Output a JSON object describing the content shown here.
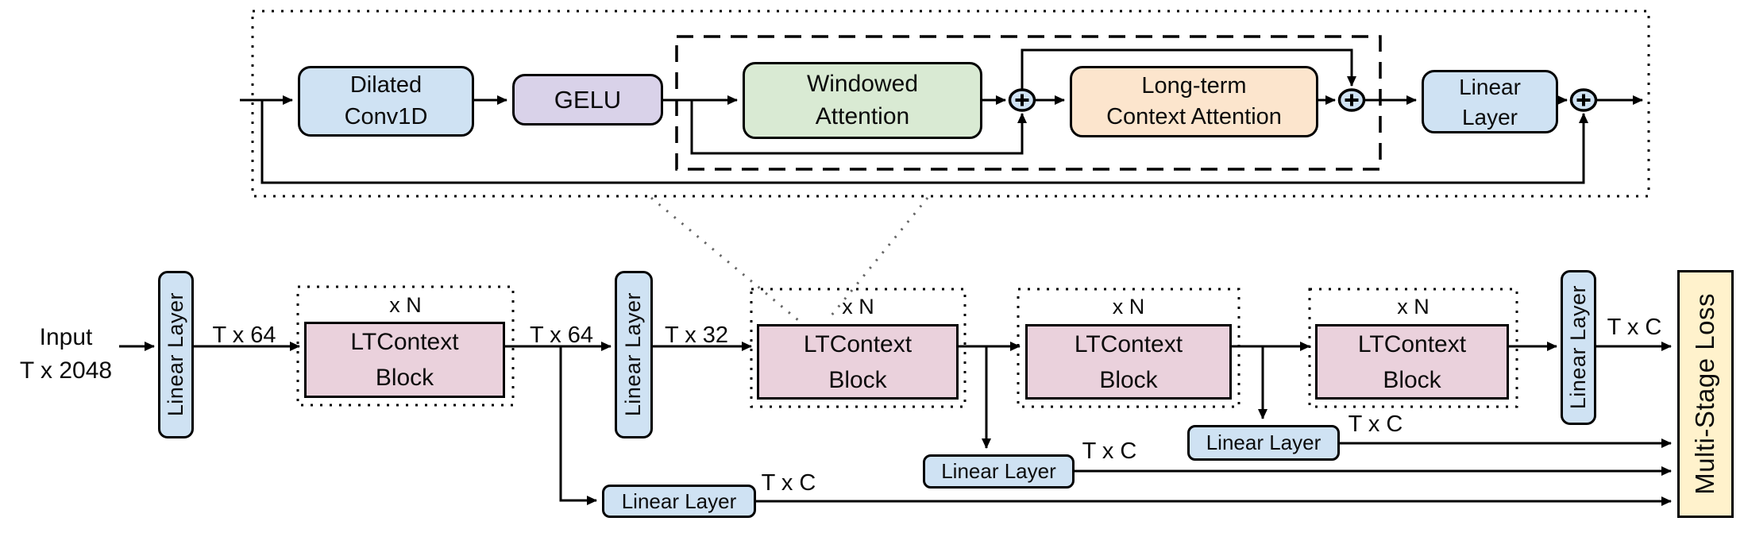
{
  "figure": {
    "type": "neural-network-architecture-diagram",
    "colors": {
      "linear_blue": "#cfe2f3",
      "gelu_purple": "#d9d2e9",
      "windowed_green": "#d9ead3",
      "longterm_orange": "#fce5cd",
      "ltcontext_pink": "#ead1dc",
      "loss_yellow": "#fff2cc",
      "line_black": "#000000"
    },
    "icons": {
      "add_icon": "⊕"
    },
    "detail_panel": {
      "dilated_conv": "Dilated\nConv1D",
      "gelu": "GELU",
      "windowed_attention": "Windowed\nAttention",
      "long_term_context_attention": "Long-term\nContext Attention",
      "linear_layer": "Linear\nLayer"
    },
    "pipeline": {
      "input": "Input\nT x 2048",
      "vertical_linear_layer": "Linear Layer",
      "horizontal_linear_layer": "Linear Layer",
      "ltcontext_block": "LTContext\nBlock",
      "repeat_label": "x N",
      "dim_t64": "T x 64",
      "dim_t32": "T x 32",
      "dim_tc": "T x C",
      "multi_stage_loss": "Multi-Stage Loss"
    }
  }
}
